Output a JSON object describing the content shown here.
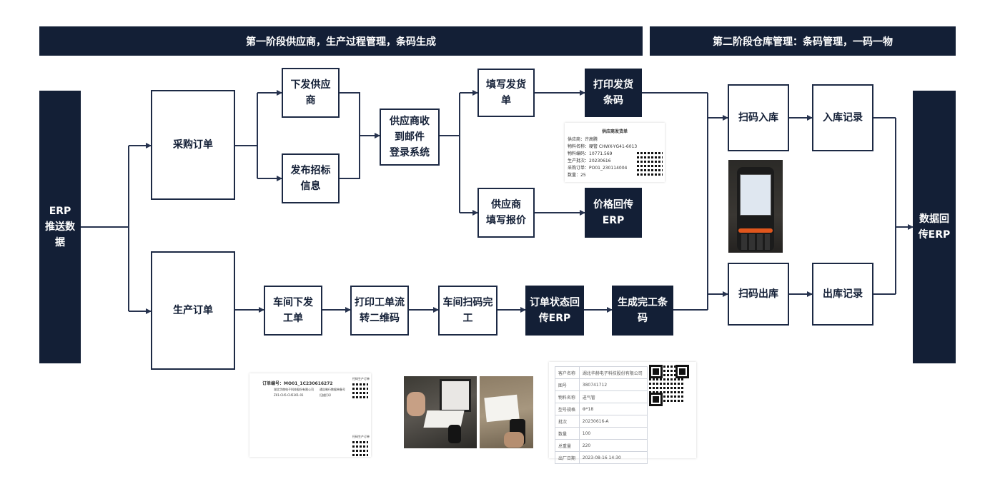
{
  "banners": {
    "stage1": "第一阶段供应商，生产过程管理，条码生成",
    "stage2": "第二阶段仓库管理：条码管理，一码一物"
  },
  "side": {
    "left": "ERP\n推送数\n据",
    "right": "数据回\n传ERP"
  },
  "nodes": {
    "purchase_order": "采购订单",
    "production_order": "生产订单",
    "issue_supplier": "下发供应\n商",
    "publish_bid": "发布招标\n信息",
    "supplier_email": "供应商收\n到邮件\n登录系统",
    "fill_delivery": "填写发货\n单",
    "print_delivery_barcode": "打印发货\n条码",
    "supplier_quote": "供应商\n填写报价",
    "price_return": "价格回传\nERP",
    "workshop_issue": "车间下发\n工单",
    "print_workflow_qr": "打印工单流\n转二维码",
    "workshop_scan": "车间扫码完\n工",
    "order_status_return": "订单状态回\n传ERP",
    "generate_finish_barcode": "生成完工条\n码",
    "scan_in": "扫码入库",
    "in_record": "入库记录",
    "scan_out": "扫码出库",
    "out_record": "出库记录"
  },
  "delivery_note": {
    "title": "供应商发货单",
    "lines": [
      "供应商：许高腾",
      "物料名称：硬管 CHWX-YG41-6013",
      "物料编码：10771.569",
      "生产批次：20230616",
      "采购订单：PO01_230114004",
      "数量：25"
    ]
  },
  "work_order_label": {
    "header": "订单编号：MO01_1C230616272",
    "line1": "湖北华赫电子科技股份有限公司",
    "line2": "Z01-CH5-CH5301-01",
    "right1": "通告制行数据单备号",
    "right2": "扫描打印",
    "qr_top": "扫码生产订单",
    "qr_bottom": "扫码生产订单"
  },
  "finish_table": {
    "rows": [
      [
        "客户名称",
        "湖北华赫电子科技股份有限公司"
      ],
      [
        "图号",
        "380741712"
      ],
      [
        "物料名称",
        "进气管"
      ],
      [
        "型号规格",
        "Φ*18"
      ],
      [
        "批次",
        "20230616-A"
      ],
      [
        "数量",
        "100"
      ],
      [
        "总重量",
        "220"
      ],
      [
        "出厂日期",
        "2023-08-16 14:30"
      ]
    ]
  },
  "colors": {
    "navy": "#131f36",
    "border": "#1c2944",
    "arrow": "#26324e"
  }
}
